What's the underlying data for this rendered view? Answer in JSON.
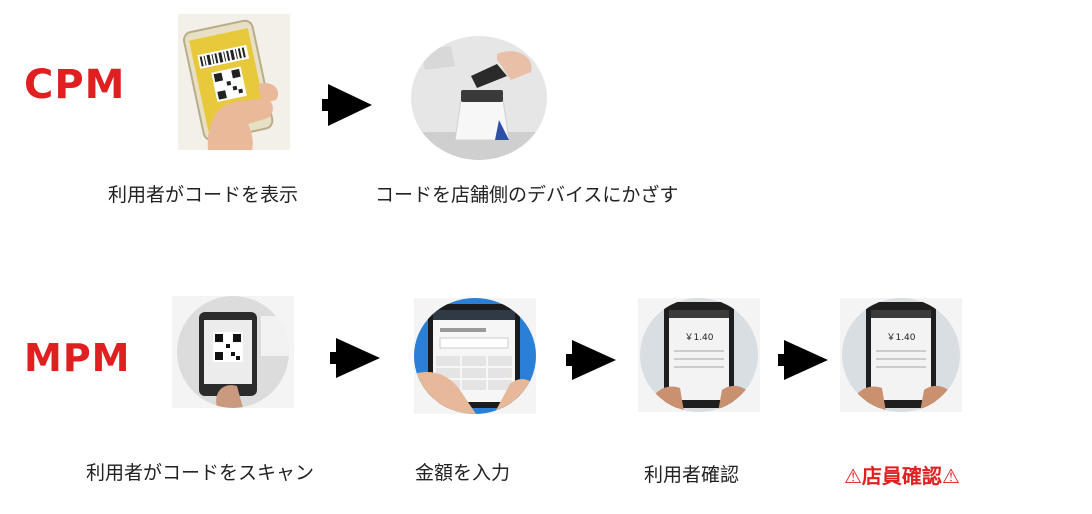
{
  "flows": {
    "cpm": {
      "label": "CPM",
      "steps": [
        {
          "caption": "利用者がコードを表示"
        },
        {
          "caption": "コードを店舗側のデバイスにかざす"
        }
      ]
    },
    "mpm": {
      "label": "MPM",
      "steps": [
        {
          "caption": "利用者がコードをスキャン"
        },
        {
          "caption": "金額を入力"
        },
        {
          "caption": "利用者確認"
        },
        {
          "caption": "⚠店員確認⚠"
        }
      ]
    }
  },
  "screens": {
    "amount": "￥1.40"
  },
  "colors": {
    "accent": "#e02020",
    "arrow": "#000000"
  }
}
